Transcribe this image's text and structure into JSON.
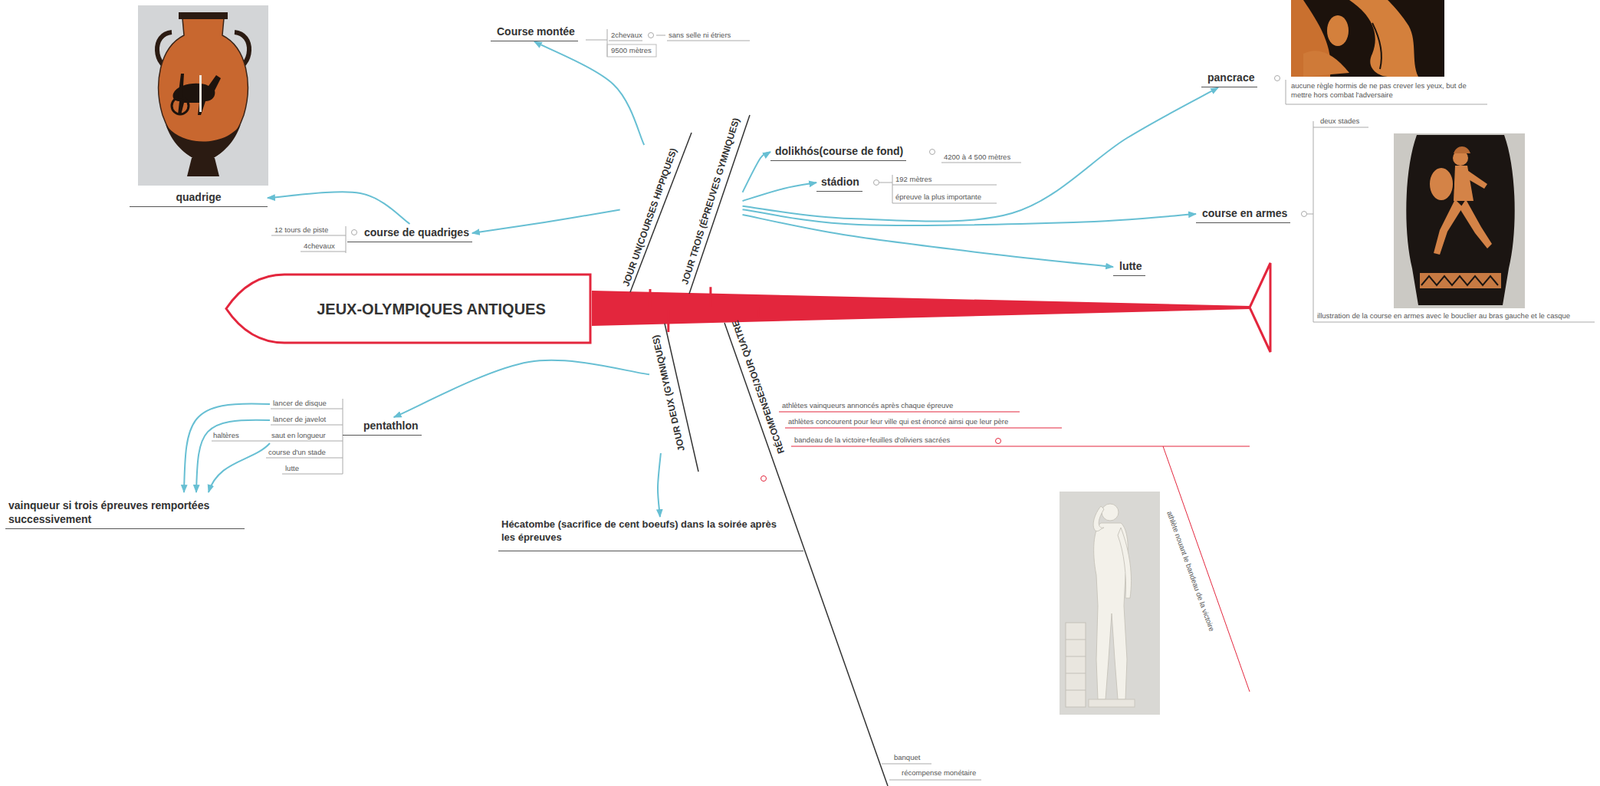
{
  "diagram": {
    "nodes": [
      {
        "text": [
          "JEUX-OLYMPIQUES ANTIQUES"
        ]
      },
      {
        "text": [
          "JOUR UN(COURSES HIPPIQUES)"
        ]
      },
      {
        "text": [
          "Course montée"
        ]
      },
      {
        "text": [
          "course de quadriges"
        ]
      },
      {
        "text": [
          "quadrige"
        ]
      },
      {
        "text": [
          "JOUR TROIS (ÉPREUVES GYMNIQUES)"
        ]
      },
      {
        "text": [
          "dolikhós(course de fond)"
        ]
      },
      {
        "text": [
          "stádion"
        ]
      },
      {
        "text": [
          "pancrace"
        ]
      },
      {
        "text": [
          "course en armes"
        ]
      },
      {
        "text": [
          "lutte"
        ]
      },
      {
        "text": [
          "JOUR DEUX (GYMNIQUES)"
        ]
      },
      {
        "text": [
          "pentathlon"
        ]
      },
      {
        "text": [
          "vainqueur si trois épreuves remportées successivement"
        ]
      },
      {
        "text": [
          "Hécatombe (sacrifice de cent boeufs) dans la soirée après les épreuves"
        ]
      },
      {
        "text": [
          "RÉCOMPENSES/JOUR QUATRE"
        ]
      }
    ],
    "edges": [
      {
        "from": 0,
        "to": 1,
        "arrow": "none"
      },
      {
        "from": 0,
        "to": 5,
        "arrow": "none"
      },
      {
        "from": 0,
        "to": 11,
        "arrow": "none"
      },
      {
        "from": 0,
        "to": 15,
        "arrow": "none"
      },
      {
        "from": 1,
        "to": 2,
        "arrow": "to"
      },
      {
        "from": 1,
        "to": 3,
        "arrow": "to"
      },
      {
        "from": 3,
        "to": 4,
        "arrow": "to"
      },
      {
        "from": 5,
        "to": 6,
        "arrow": "to"
      },
      {
        "from": 5,
        "to": 7,
        "arrow": "to"
      },
      {
        "from": 5,
        "to": 8,
        "arrow": "to"
      },
      {
        "from": 5,
        "to": 9,
        "arrow": "to"
      },
      {
        "from": 5,
        "to": 10,
        "arrow": "to"
      },
      {
        "from": 11,
        "to": 12,
        "arrow": "to"
      },
      {
        "from": 11,
        "to": 14,
        "arrow": "to"
      }
    ],
    "labels": [
      "2chevaux",
      "sans selle ni étriers",
      "9500 mètres",
      "12 tours de piste",
      "4chevaux",
      "4200 à 4 500 mètres",
      "192 mètres",
      "épreuve la plus importante",
      "aucune règle hormis de ne pas crever les yeux, but de mettre hors combat l'adversaire",
      "deux stades",
      "illustration de la course en armes avec le bouclier au bras gauche et le casque",
      "lancer de disque",
      "lancer de javelot",
      "saut en longueur",
      "haltères",
      "course d'un stade",
      "lutte",
      "athlètes vainqueurs annoncés après chaque épreuve",
      "athlètes concourent pour leur ville qui est énoncé ainsi que leur père",
      "bandeau de la victoire+feuilles d'oliviers sacrées",
      "athlète nouant le bandeau de la victoire",
      "banquet",
      "récompense monétaire"
    ]
  }
}
